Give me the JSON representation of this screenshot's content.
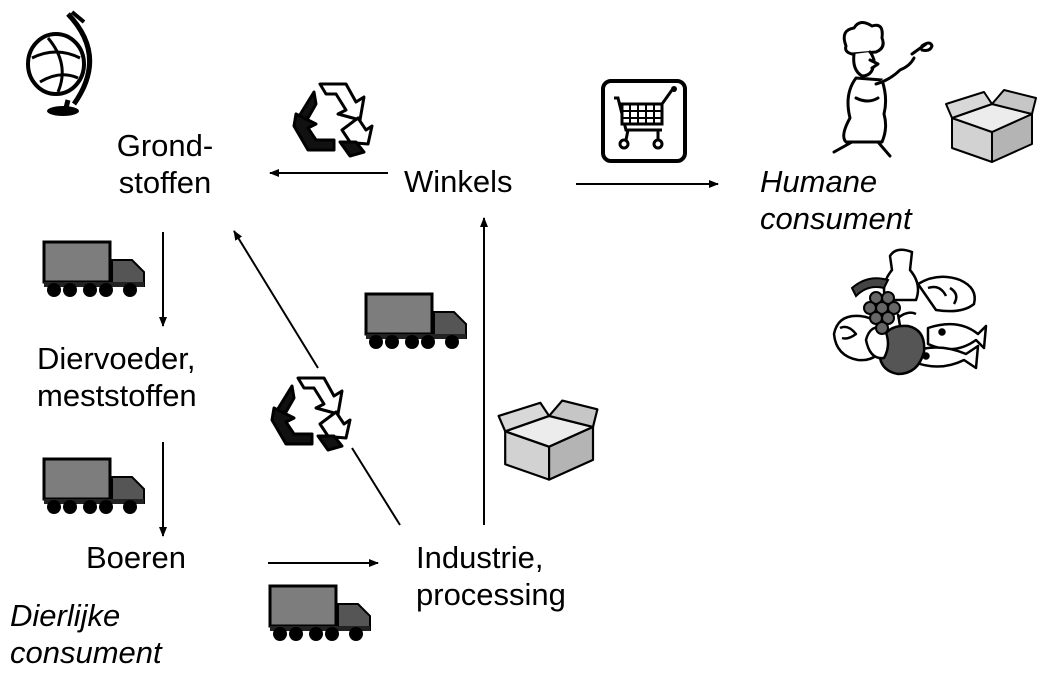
{
  "nodes": {
    "grondstoffen": {
      "line1": "Grond-",
      "line2": "stoffen"
    },
    "winkels": {
      "label": "Winkels"
    },
    "humane": {
      "line1": "Humane",
      "line2": "consument"
    },
    "diervoeder": {
      "line1": "Diervoeder,",
      "line2": "meststoffen"
    },
    "boeren": {
      "label": "Boeren"
    },
    "dierlijke": {
      "line1": "Dierlijke",
      "line2": "consument"
    },
    "industrie": {
      "line1": "Industrie,",
      "line2": "processing"
    }
  },
  "icons": [
    "globe-icon",
    "recycle-icon",
    "shopping-cart-icon",
    "chef-icon",
    "box-icon",
    "food-pile-icon",
    "truck-icon",
    "box-icon",
    "recycle-icon"
  ],
  "colors": {
    "truck_body": "#7d7d7d",
    "truck_cab": "#555555",
    "box": "#c8c8c8",
    "line": "#000000"
  }
}
